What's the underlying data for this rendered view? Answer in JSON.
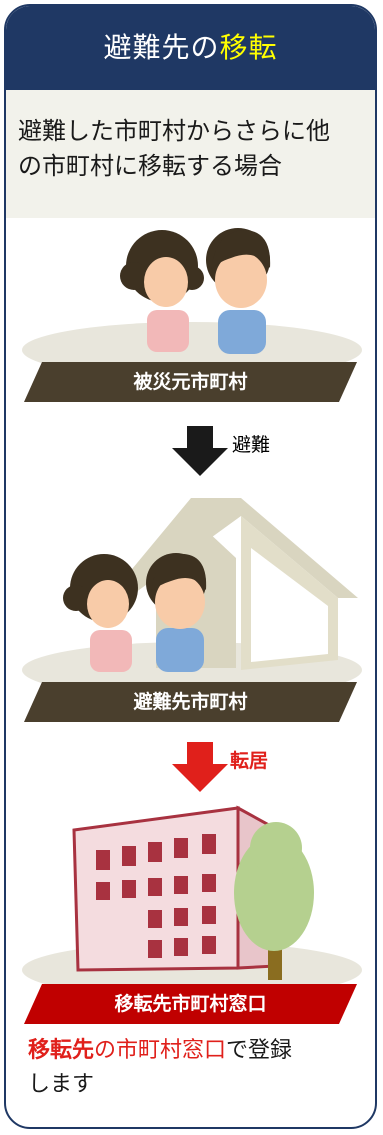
{
  "header": {
    "title_part1": "避難先の",
    "title_part2": "移転"
  },
  "intro": {
    "line1": "避難した市町村からさらに他",
    "line2": "の市町村に移転する場合"
  },
  "steps": [
    {
      "label": "被災元市町村"
    },
    {
      "arrow_label": "避難"
    },
    {
      "label": "避難先市町村"
    },
    {
      "arrow_label": "転居"
    },
    {
      "label": "移転先市町村窓口"
    }
  ],
  "footer": {
    "part1": "移転先",
    "part2": "の",
    "part3": "市町村窓口",
    "part4": "で登録",
    "line2": "します"
  },
  "colors": {
    "navy": "#1f3864",
    "highlight": "#ffff00",
    "ribbon_dark": "#4a3f2d",
    "ribbon_red": "#c00000",
    "arrow_red": "#e0201b",
    "skin": "#f8cba8",
    "hair": "#3d3120",
    "shirt_pink": "#f2b8b8",
    "shirt_blue": "#7fa9d9",
    "ground": "#e8e6dc",
    "house": "#d9d5c0",
    "building": "#f4dcdf",
    "window": "#a83240",
    "tree": "#b5d08f",
    "trunk": "#8a6d20"
  }
}
